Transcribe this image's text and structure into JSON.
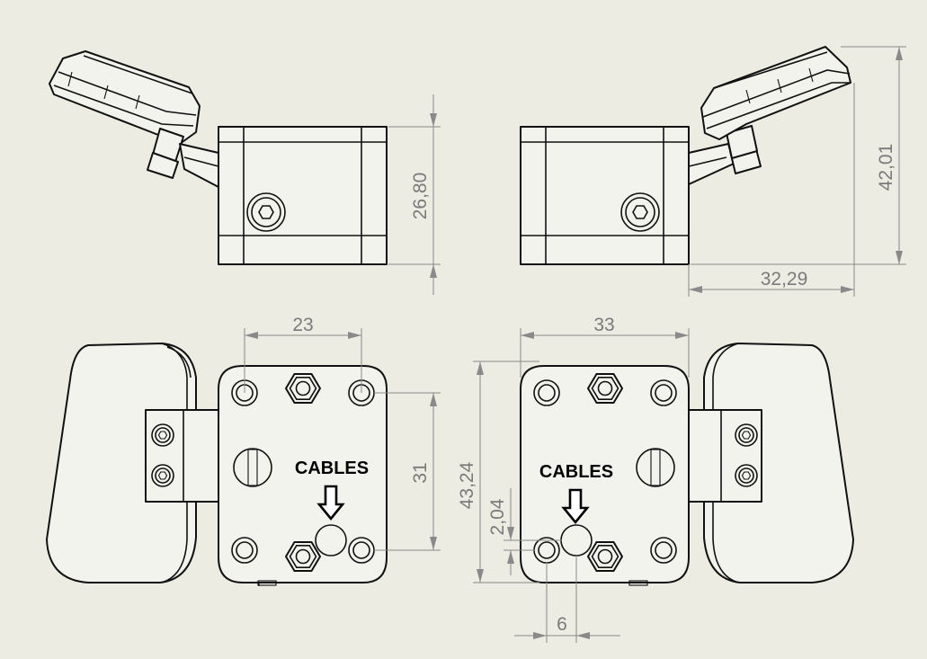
{
  "background": "#ecece3",
  "line_color": "#111111",
  "dimension_color": "#8a8a8a",
  "views": {
    "top_left": {
      "dimensions": {
        "height": "26,80"
      }
    },
    "top_right": {
      "dimensions": {
        "height": "42,01",
        "width": "32,29"
      }
    },
    "bottom_left": {
      "dimensions": {
        "hole_spacing_horizontal": "23",
        "hole_spacing_vertical": "31"
      },
      "callout": "CABLES"
    },
    "bottom_right": {
      "dimensions": {
        "width": "33",
        "height": "43,24",
        "offset_vertical": "2,04",
        "offset_horizontal": "6"
      },
      "callout": "CABLES"
    }
  }
}
